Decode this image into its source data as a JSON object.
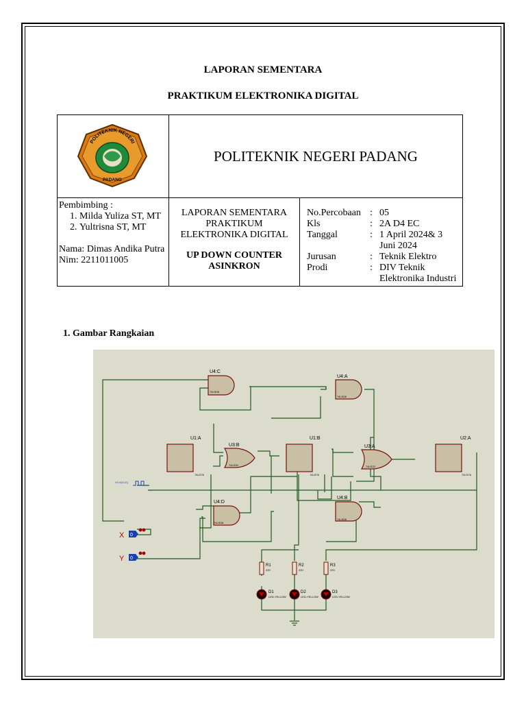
{
  "header": {
    "title_line1": "LAPORAN SEMENTARA",
    "title_line2": "PRAKTIKUM ELEKTRONIKA DIGITAL"
  },
  "table": {
    "logo": {
      "top_text": "POLITEKNIK NEGERI",
      "bottom_text": "PADANG"
    },
    "institution": "POLITEKNIK NEGERI PADANG",
    "supervisor_label": "Pembimbing :",
    "supervisors": [
      "Milda Yuliza ST, MT",
      "Yultrisna ST, MT"
    ],
    "student_name": "Nama: Dimas Andika Putra",
    "student_nim": "Nim: 2211011005",
    "report_line1": "LAPORAN SEMENTARA",
    "report_line2": "PRAKTIKUM",
    "report_line3": "ELEKTRONIKA DIGITAL",
    "experiment_title_1": "UP DOWN COUNTER",
    "experiment_title_2": "ASINKRON",
    "info": [
      {
        "label": "No.Percobaan",
        "sep": ":",
        "value": "05"
      },
      {
        "label": "Kls",
        "sep": ":",
        "value": "2A D4 EC"
      },
      {
        "label": "Tanggal",
        "sep": ":",
        "value": "1 April 2024& 3 Juni 2024"
      },
      {
        "label": "Jurusan",
        "sep": ":",
        "value": "Teknik Elektro"
      },
      {
        "label": "Prodi",
        "sep": ":",
        "value": "DIV Teknik Elektronika Industri"
      }
    ]
  },
  "section": {
    "heading": "1. Gambar Rangkaian"
  },
  "circuit": {
    "gates": {
      "u4c": {
        "ref": "U4:C",
        "part": "74LS08"
      },
      "u4a": {
        "ref": "U4:A",
        "part": "74LS08"
      },
      "u3b": {
        "ref": "U3:B",
        "part": "74LS32"
      },
      "u3a": {
        "ref": "U3:A",
        "part": "74LS32"
      },
      "u4d": {
        "ref": "U4:D",
        "part": "74LS08"
      },
      "u4b": {
        "ref": "U4:B",
        "part": "74LS08"
      }
    },
    "flipflops": {
      "u1a": {
        "ref": "U1:A",
        "part": "74LS76"
      },
      "u1b": {
        "ref": "U1:B",
        "part": "74LS76"
      },
      "u2a": {
        "ref": "U2:A",
        "part": "74LS76"
      }
    },
    "clock_label": "U1 A(CLK)",
    "inputs": [
      {
        "name": "X",
        "value": "0"
      },
      {
        "name": "Y",
        "value": "0"
      }
    ],
    "resistors": [
      {
        "ref": "R1",
        "value": "220"
      },
      {
        "ref": "R2",
        "value": "220"
      },
      {
        "ref": "R3",
        "value": "220"
      }
    ],
    "leds": [
      {
        "ref": "D1",
        "part": "LED-YELLOW"
      },
      {
        "ref": "D2",
        "part": "LED-YELLOW"
      },
      {
        "ref": "D3",
        "part": "LED-YELLOW"
      }
    ],
    "colors": {
      "wire": "#1f5a1f",
      "gate_fill": "#c8bfa5",
      "gate_stroke": "#7a1010",
      "background": "#dcdccc",
      "input_blue": "#1a3fb0"
    }
  }
}
